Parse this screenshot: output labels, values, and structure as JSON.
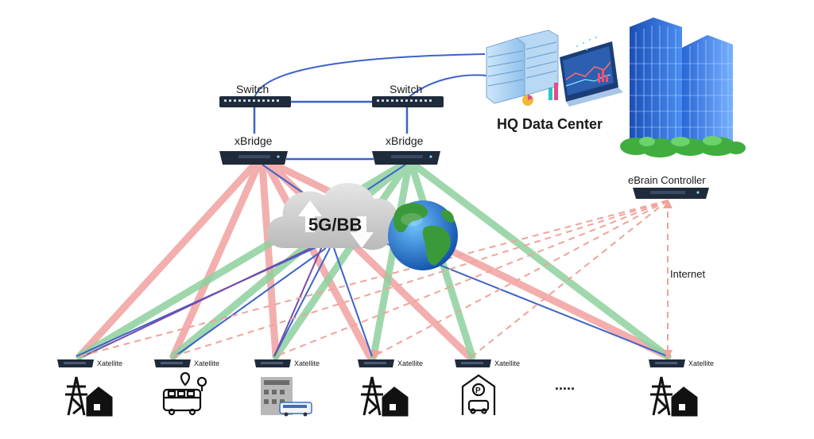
{
  "labels": {
    "switch_left": "Switch",
    "switch_right": "Switch",
    "xbridge_left": "xBridge",
    "xbridge_right": "xBridge",
    "hq": "HQ Data Center",
    "cloud": "5G/BB",
    "ebrain": "eBrain Controller",
    "internet": "Internet",
    "ellipsis": "....."
  },
  "sites": [
    {
      "label": "Xatellite",
      "icon": "power-tower-house-icon"
    },
    {
      "label": "Xatellite",
      "icon": "bus-station-icon"
    },
    {
      "label": "Xatellite",
      "icon": "building-bus-icon"
    },
    {
      "label": "Xatellite",
      "icon": "power-tower-house-icon"
    },
    {
      "label": "Xatellite",
      "icon": "parking-garage-icon"
    },
    {
      "label": "Xatellite",
      "icon": "power-tower-house-icon"
    }
  ],
  "colors": {
    "primary_link": "#3d63c9",
    "red_tunnel": "#f2a0a0",
    "green_tunnel": "#8fd19e",
    "internet_dashed": "#f0a39a",
    "device": "#1f2a3a",
    "building": "#2f6fd6",
    "grass": "#3fae3f"
  }
}
